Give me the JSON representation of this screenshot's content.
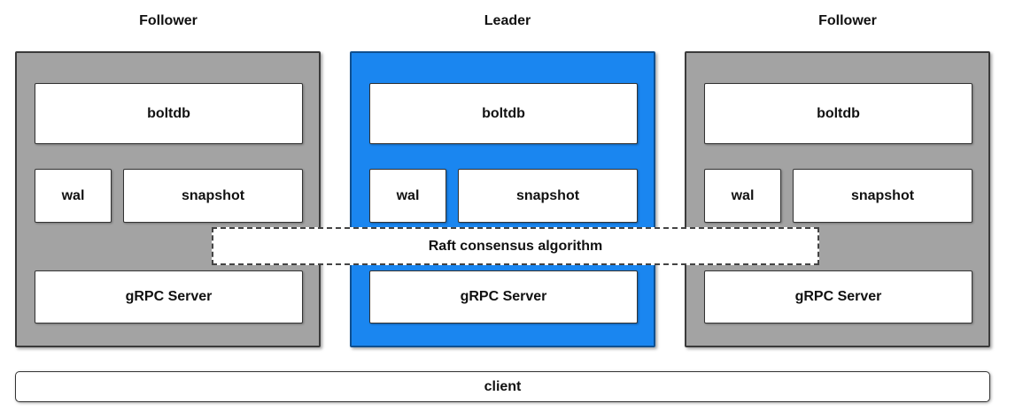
{
  "nodes": [
    {
      "role": "Follower",
      "boltdb": "boltdb",
      "wal": "wal",
      "snapshot": "snapshot",
      "grpc": "gRPC Server"
    },
    {
      "role": "Leader",
      "boltdb": "boltdb",
      "wal": "wal",
      "snapshot": "snapshot",
      "grpc": "gRPC Server"
    },
    {
      "role": "Follower",
      "boltdb": "boltdb",
      "wal": "wal",
      "snapshot": "snapshot",
      "grpc": "gRPC Server"
    }
  ],
  "raft_label": "Raft consensus algorithm",
  "client_label": "client",
  "colors": {
    "follower": "#a3a3a3",
    "leader": "#1a86f0"
  }
}
